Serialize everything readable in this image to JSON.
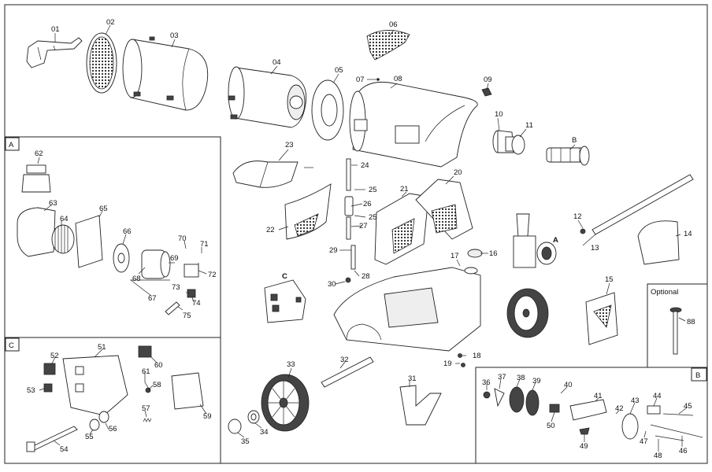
{
  "sections": {
    "a": "A",
    "b": "B",
    "c": "C",
    "optional": "Optional"
  },
  "labels": {
    "p01": "01",
    "p02": "02",
    "p03": "03",
    "p04": "04",
    "p05": "05",
    "p06": "06",
    "p07": "07",
    "p08": "08",
    "p09": "09",
    "p10": "10",
    "p11": "11",
    "p12": "12",
    "p13": "13",
    "p14": "14",
    "p15": "15",
    "p16": "16",
    "p17": "17",
    "p18": "18",
    "p19": "19",
    "p20": "20",
    "p21": "21",
    "p22": "22",
    "p23": "23",
    "p24": "24",
    "p25": "25",
    "p26": "26",
    "p27": "27",
    "p28": "28",
    "p29": "29",
    "p30": "30",
    "p31": "31",
    "p32": "32",
    "p33": "33",
    "p34": "34",
    "p35": "35",
    "p36": "36",
    "p37": "37",
    "p38": "38",
    "p39": "39",
    "p40": "40",
    "p41": "41",
    "p42": "42",
    "p43": "43",
    "p44": "44",
    "p45": "45",
    "p46": "46",
    "p47": "47",
    "p48": "48",
    "p49": "49",
    "p50": "50",
    "p51": "51",
    "p52": "52",
    "p53": "53",
    "p54": "54",
    "p55": "55",
    "p56": "56",
    "p57": "57",
    "p58": "58",
    "p59": "59",
    "p60": "60",
    "p61": "61",
    "p62": "62",
    "p63": "63",
    "p64": "64",
    "p65": "65",
    "p66": "66",
    "p67": "67",
    "p68": "68",
    "p69": "69",
    "p70": "70",
    "p71": "71",
    "p72": "72",
    "p73": "73",
    "p74": "74",
    "p75": "75",
    "p88": "88",
    "refA": "A",
    "refB": "B",
    "refC": "C"
  }
}
